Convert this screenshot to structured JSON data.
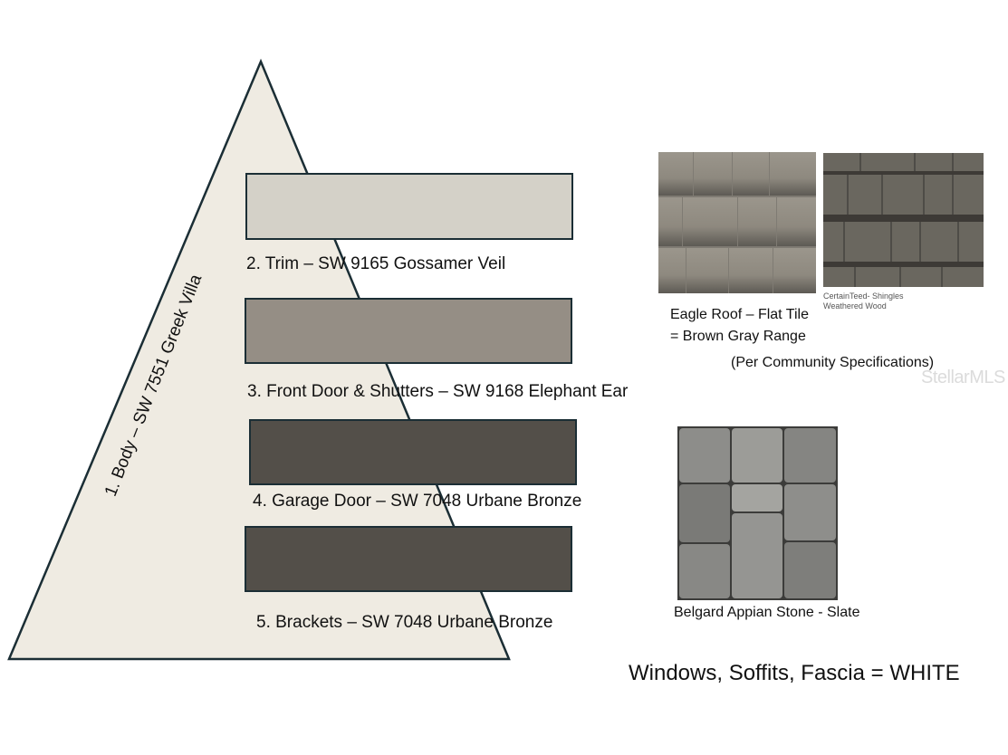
{
  "body_label": "1. Body – SW 7551 Greek Villa",
  "swatches": [
    {
      "label": "2. Trim – SW 9165 Gossamer Veil",
      "color": "#d4d1c8"
    },
    {
      "label": "3. Front Door & Shutters – SW 9168 Elephant Ear",
      "color": "#958e85"
    },
    {
      "label": "4. Garage Door – SW 7048 Urbane Bronze",
      "color": "#534f49"
    },
    {
      "label": "5. Brackets – SW 7048 Urbane Bronze",
      "color": "#534f49"
    }
  ],
  "body_color": "#efebe2",
  "outline_color": "#1b2e35",
  "roof": {
    "tile_label_line1": "Eagle Roof – Flat Tile",
    "tile_label_line2": "= Brown Gray Range",
    "shingle_caption_line1": "CertainTeed- Shingles",
    "shingle_caption_line2": "Weathered Wood",
    "note": "(Per Community Specifications)"
  },
  "paver": {
    "label": "Belgard Appian Stone - Slate"
  },
  "footer": "Windows, Soffits, Fascia = WHITE",
  "watermark": "StellarMLS"
}
